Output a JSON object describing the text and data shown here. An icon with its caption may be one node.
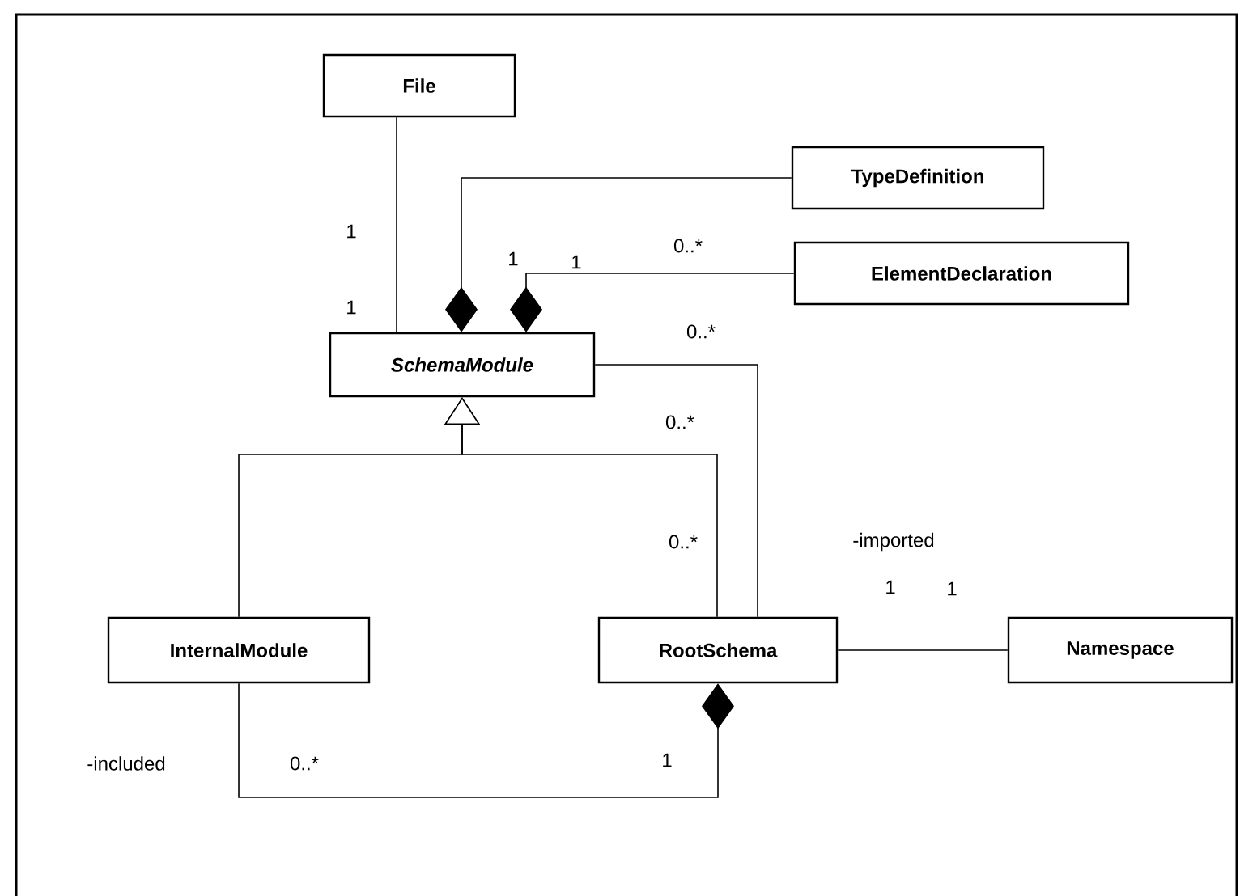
{
  "diagram": {
    "nodes": [
      {
        "text": [
          "File"
        ]
      },
      {
        "text": [
          "TypeDefinition"
        ]
      },
      {
        "text": [
          "ElementDeclaration"
        ]
      },
      {
        "text": [
          "SchemaModule"
        ]
      },
      {
        "text": [
          "InternalModule"
        ]
      },
      {
        "text": [
          "RootSchema"
        ]
      },
      {
        "text": [
          "Namespace"
        ]
      }
    ],
    "edges": [
      {
        "from": 0,
        "to": 3,
        "arrow": "none"
      },
      {
        "from": 3,
        "to": 1,
        "arrow": "other"
      },
      {
        "from": 3,
        "to": 2,
        "arrow": "other"
      },
      {
        "from": 3,
        "to": 5,
        "arrow": "none"
      },
      {
        "from": 4,
        "to": 3,
        "arrow": "to"
      },
      {
        "from": 5,
        "to": 3,
        "arrow": "to"
      },
      {
        "from": 5,
        "to": 6,
        "arrow": "none"
      },
      {
        "from": 5,
        "to": 4,
        "arrow": "other"
      }
    ],
    "labels": [
      "1",
      "0..*",
      "1",
      "1",
      "1",
      "0..*",
      "0..*",
      "0..*",
      "-imported",
      "1",
      "1",
      "-included",
      "0..*",
      "1"
    ]
  }
}
